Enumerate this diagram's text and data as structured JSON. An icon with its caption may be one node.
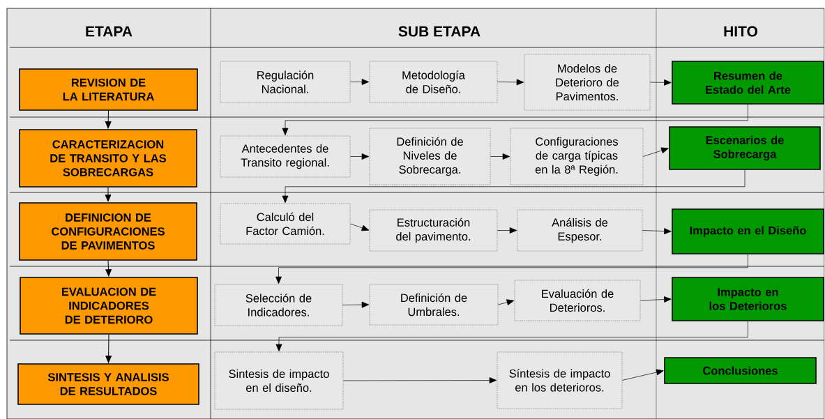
{
  "diagram": {
    "nodes": [
      {
        "text": [
          "REVISION DE LA LITERATURA"
        ]
      },
      {
        "text": [
          "CARACTERIZACION DE TRANSITO Y LAS SOBRECARGAS"
        ]
      },
      {
        "text": [
          "DEFINICION DE CONFIGURACIONES DE PAVIMENTOS"
        ]
      },
      {
        "text": [
          "EVALUACION DE INDICADORES DE DETERIORO"
        ]
      },
      {
        "text": [
          "SINTESIS Y ANALISIS DE RESULTADOS"
        ]
      },
      {
        "text": [
          "Regulación Nacional."
        ]
      },
      {
        "text": [
          "Metodología de Diseño."
        ]
      },
      {
        "text": [
          "Modelos de Deterioro de Pavimentos."
        ]
      },
      {
        "text": [
          "Resumen de Estado del Arte"
        ]
      },
      {
        "text": [
          "Antecedentes de Transito regional."
        ]
      },
      {
        "text": [
          "Definición de Niveles de Sobrecarga."
        ]
      },
      {
        "text": [
          "Configuraciones de carga típicas en la 8ª Región."
        ]
      },
      {
        "text": [
          "Escenarios de Sobrecarga"
        ]
      },
      {
        "text": [
          "Calculó del Factor Camión."
        ]
      },
      {
        "text": [
          "Estructuración del pavimento."
        ]
      },
      {
        "text": [
          "Análisis de Espesor."
        ]
      },
      {
        "text": [
          "Impacto en el Diseño"
        ]
      },
      {
        "text": [
          "Selección de Indicadores."
        ]
      },
      {
        "text": [
          "Definición de Umbrales."
        ]
      },
      {
        "text": [
          "Evaluación de Deterioros."
        ]
      },
      {
        "text": [
          "Impacto en los Deterioros"
        ]
      },
      {
        "text": [
          "Sintesis de impacto en el diseño."
        ]
      },
      {
        "text": [
          "Síntesis de impacto en los deterioros."
        ]
      },
      {
        "text": [
          "Conclusiones"
        ]
      }
    ],
    "edges": [
      {
        "from": 0,
        "to": 1,
        "arrow": "to"
      },
      {
        "from": 1,
        "to": 2,
        "arrow": "to"
      },
      {
        "from": 2,
        "to": 3,
        "arrow": "to"
      },
      {
        "from": 3,
        "to": 4,
        "arrow": "to"
      },
      {
        "from": 5,
        "to": 6,
        "arrow": "to"
      },
      {
        "from": 6,
        "to": 7,
        "arrow": "to"
      },
      {
        "from": 7,
        "to": 8,
        "arrow": "to"
      },
      {
        "from": 8,
        "to": 9,
        "arrow": "to"
      },
      {
        "from": 9,
        "to": 10,
        "arrow": "to"
      },
      {
        "from": 10,
        "to": 11,
        "arrow": "to"
      },
      {
        "from": 11,
        "to": 12,
        "arrow": "to"
      },
      {
        "from": 12,
        "to": 13,
        "arrow": "to"
      },
      {
        "from": 13,
        "to": 14,
        "arrow": "to"
      },
      {
        "from": 14,
        "to": 15,
        "arrow": "to"
      },
      {
        "from": 15,
        "to": 16,
        "arrow": "to"
      },
      {
        "from": 16,
        "to": 17,
        "arrow": "to"
      },
      {
        "from": 17,
        "to": 18,
        "arrow": "to"
      },
      {
        "from": 18,
        "to": 19,
        "arrow": "to"
      },
      {
        "from": 19,
        "to": 20,
        "arrow": "to"
      },
      {
        "from": 20,
        "to": 21,
        "arrow": "to"
      },
      {
        "from": 21,
        "to": 22,
        "arrow": "to"
      },
      {
        "from": 22,
        "to": 23,
        "arrow": "to"
      }
    ],
    "labels": [
      "ETAPA",
      "SUB ETAPA",
      "HITO"
    ]
  }
}
